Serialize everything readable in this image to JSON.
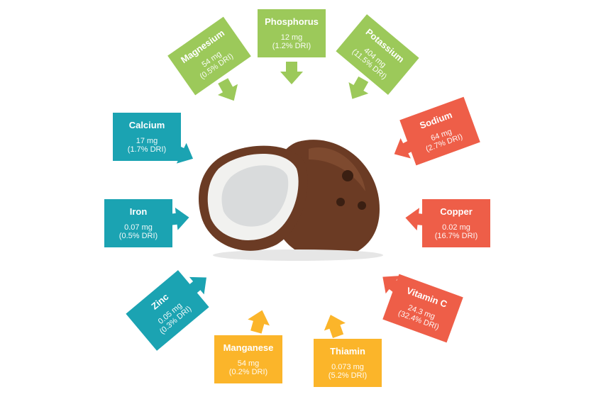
{
  "colors": {
    "green": "#9cc95a",
    "orange": "#ee5e48",
    "yellow": "#fbb52a",
    "teal": "#1ba3b2",
    "coconut_shell": "#6b3b24",
    "coconut_flesh": "#f1f1ef"
  },
  "center_icon": "coconut-halves",
  "nutrients": [
    {
      "name": "Phosphorus",
      "amount": "12 mg",
      "dri": "(1.2% DRI)",
      "color": "green"
    },
    {
      "name": "Potassium",
      "amount": "404 mg",
      "dri": "(11.5% DRI)",
      "color": "green"
    },
    {
      "name": "Sodium",
      "amount": "64 mg",
      "dri": "(2.7% DRI)",
      "color": "orange"
    },
    {
      "name": "Copper",
      "amount": "0.02 mg",
      "dri": "(16.7% DRI)",
      "color": "orange"
    },
    {
      "name": "Vitamin C",
      "amount": "24.3 mg",
      "dri": "(32.4% DRI)",
      "color": "orange"
    },
    {
      "name": "Thiamin",
      "amount": "0.073 mg",
      "dri": "(5.2% DRI)",
      "color": "yellow"
    },
    {
      "name": "Manganese",
      "amount": "54 mg",
      "dri": "(0.2% DRI)",
      "color": "yellow"
    },
    {
      "name": "Zinc",
      "amount": "0.05 mg",
      "dri": "(0.3% DRI)",
      "color": "teal"
    },
    {
      "name": "Iron",
      "amount": "0.07 mg",
      "dri": "(0.5% DRI)",
      "color": "teal"
    },
    {
      "name": "Calcium",
      "amount": "17 mg",
      "dri": "(1.7% DRI)",
      "color": "teal"
    },
    {
      "name": "Magnesium",
      "amount": "54 mg",
      "dri": "(0.5% DRI)",
      "color": "green"
    }
  ]
}
